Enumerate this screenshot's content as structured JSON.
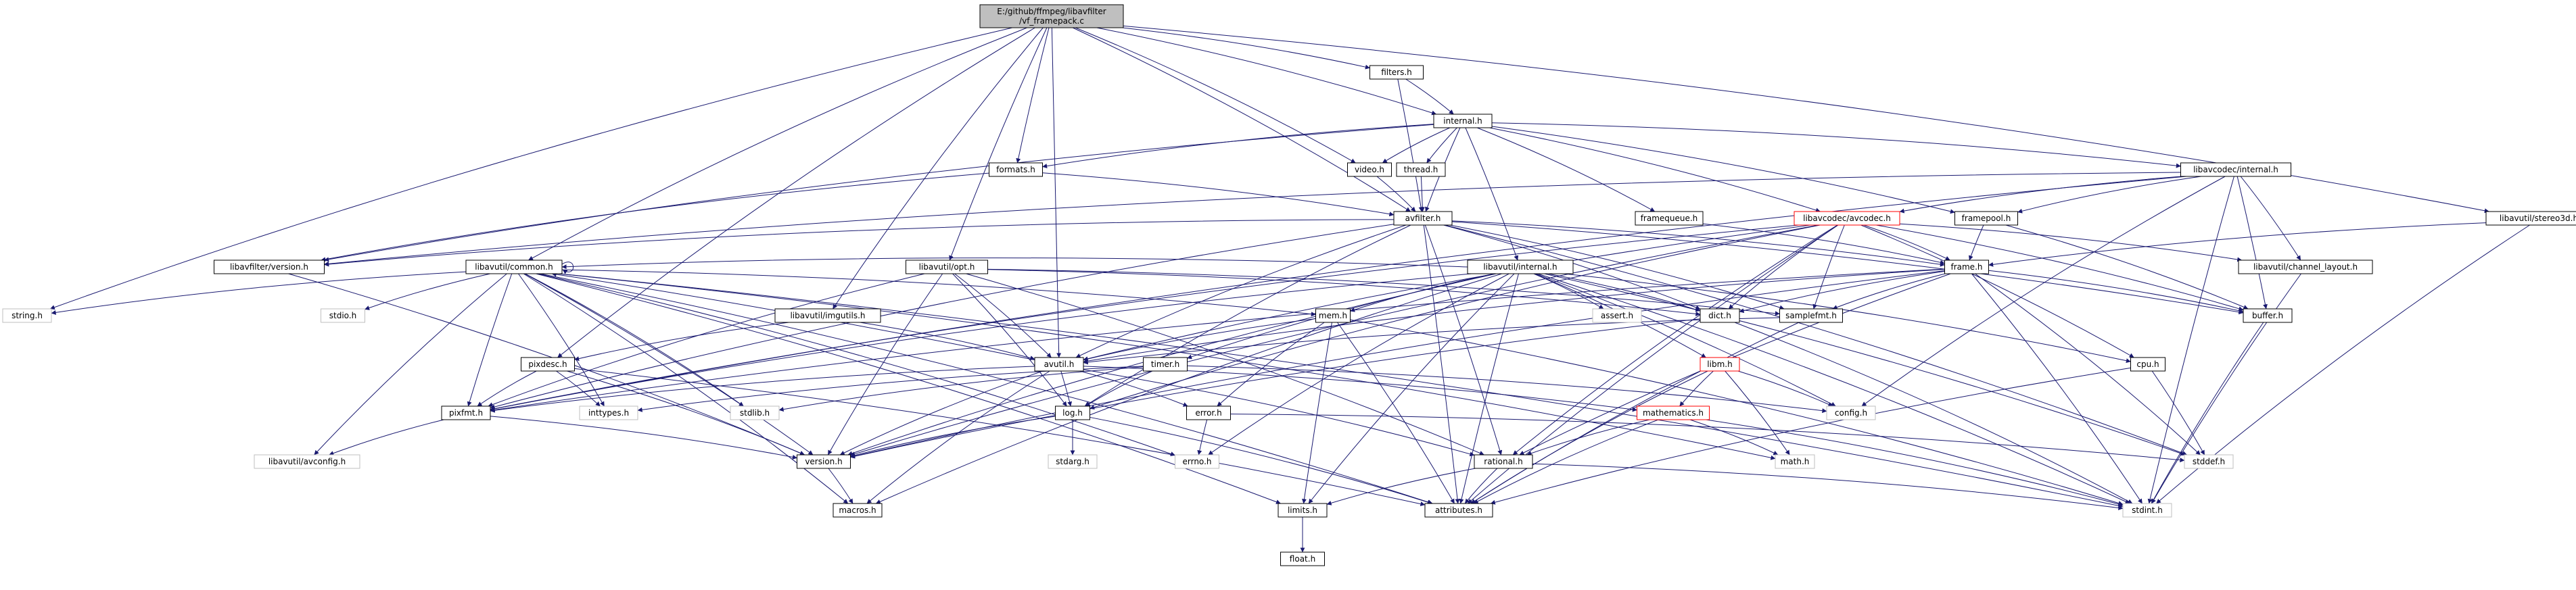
{
  "diagram": {
    "type": "include-dependency-graph",
    "colors": {
      "edge": "#191970",
      "node_border": "#000000",
      "root_fill": "#bfbfbf",
      "node_fill": "#ffffff",
      "missing_border": "#bfbfbf",
      "red_border": "#ff0000",
      "text": "#000000"
    },
    "nodes": [
      {
        "id": "root",
        "label": "E:/github/ffmpeg/libavfilter\n/vf_framepack.c",
        "kind": "root"
      },
      {
        "id": "filters_h",
        "label": "filters.h"
      },
      {
        "id": "internal_h",
        "label": "internal.h"
      },
      {
        "id": "formats_h",
        "label": "formats.h"
      },
      {
        "id": "video_h",
        "label": "video.h"
      },
      {
        "id": "thread_h",
        "label": "thread.h"
      },
      {
        "id": "avfilter_h",
        "label": "avfilter.h"
      },
      {
        "id": "lavc_internal_h",
        "label": "libavcodec/internal.h"
      },
      {
        "id": "framequeue_h",
        "label": "framequeue.h"
      },
      {
        "id": "lavc_avcodec_h",
        "label": "libavcodec/avcodec.h",
        "kind": "red"
      },
      {
        "id": "framepool_h",
        "label": "framepool.h"
      },
      {
        "id": "stereo3d_h",
        "label": "libavutil/stereo3d.h"
      },
      {
        "id": "lavf_version_h",
        "label": "libavfilter/version.h"
      },
      {
        "id": "common_h",
        "label": "libavutil/common.h"
      },
      {
        "id": "opt_h",
        "label": "libavutil/opt.h"
      },
      {
        "id": "lavu_internal_h",
        "label": "libavutil/internal.h"
      },
      {
        "id": "frame_h",
        "label": "frame.h"
      },
      {
        "id": "channel_layout_h",
        "label": "libavutil/channel_layout.h"
      },
      {
        "id": "string_h",
        "label": "string.h",
        "kind": "missing"
      },
      {
        "id": "stdio_h",
        "label": "stdio.h",
        "kind": "missing"
      },
      {
        "id": "imgutils_h",
        "label": "libavutil/imgutils.h"
      },
      {
        "id": "assert_h",
        "label": "assert.h",
        "kind": "missing"
      },
      {
        "id": "dict_h",
        "label": "dict.h"
      },
      {
        "id": "samplefmt_h",
        "label": "samplefmt.h"
      },
      {
        "id": "buffer_h",
        "label": "buffer.h"
      },
      {
        "id": "mem_h",
        "label": "mem.h"
      },
      {
        "id": "avutil_h",
        "label": "avutil.h"
      },
      {
        "id": "cpu_h",
        "label": "cpu.h"
      },
      {
        "id": "pixdesc_h",
        "label": "pixdesc.h"
      },
      {
        "id": "timer_h",
        "label": "timer.h"
      },
      {
        "id": "libm_h",
        "label": "libm.h",
        "kind": "red"
      },
      {
        "id": "pixfmt_h",
        "label": "pixfmt.h"
      },
      {
        "id": "inttypes_h",
        "label": "inttypes.h",
        "kind": "missing"
      },
      {
        "id": "stdlib_h",
        "label": "stdlib.h",
        "kind": "missing"
      },
      {
        "id": "log_h",
        "label": "log.h"
      },
      {
        "id": "error_h",
        "label": "error.h"
      },
      {
        "id": "mathematics_h",
        "label": "mathematics.h",
        "kind": "red"
      },
      {
        "id": "config_h",
        "label": "config.h",
        "kind": "missing"
      },
      {
        "id": "avconfig_h",
        "label": "libavutil/avconfig.h",
        "kind": "missing"
      },
      {
        "id": "version_h",
        "label": "version.h"
      },
      {
        "id": "stdarg_h",
        "label": "stdarg.h",
        "kind": "missing"
      },
      {
        "id": "errno_h",
        "label": "errno.h",
        "kind": "missing"
      },
      {
        "id": "rational_h",
        "label": "rational.h"
      },
      {
        "id": "math_h",
        "label": "math.h",
        "kind": "missing"
      },
      {
        "id": "stddef_h",
        "label": "stddef.h",
        "kind": "missing"
      },
      {
        "id": "macros_h",
        "label": "macros.h"
      },
      {
        "id": "limits_h",
        "label": "limits.h"
      },
      {
        "id": "attributes_h",
        "label": "attributes.h"
      },
      {
        "id": "stdint_h",
        "label": "stdint.h",
        "kind": "missing"
      },
      {
        "id": "float_h",
        "label": "float.h"
      }
    ],
    "edges": [
      [
        "root",
        "filters_h"
      ],
      [
        "root",
        "internal_h"
      ],
      [
        "root",
        "formats_h"
      ],
      [
        "root",
        "video_h"
      ],
      [
        "root",
        "avfilter_h"
      ],
      [
        "root",
        "stereo3d_h"
      ],
      [
        "root",
        "common_h"
      ],
      [
        "root",
        "opt_h"
      ],
      [
        "root",
        "imgutils_h"
      ],
      [
        "root",
        "string_h"
      ],
      [
        "root",
        "pixdesc_h"
      ],
      [
        "root",
        "avutil_h"
      ],
      [
        "filters_h",
        "internal_h"
      ],
      [
        "filters_h",
        "avfilter_h"
      ],
      [
        "internal_h",
        "formats_h"
      ],
      [
        "internal_h",
        "video_h"
      ],
      [
        "internal_h",
        "thread_h"
      ],
      [
        "internal_h",
        "avfilter_h"
      ],
      [
        "internal_h",
        "lavc_internal_h"
      ],
      [
        "internal_h",
        "framequeue_h"
      ],
      [
        "internal_h",
        "lavc_avcodec_h"
      ],
      [
        "internal_h",
        "framepool_h"
      ],
      [
        "internal_h",
        "lavu_internal_h"
      ],
      [
        "internal_h",
        "lavf_version_h"
      ],
      [
        "formats_h",
        "avfilter_h"
      ],
      [
        "formats_h",
        "lavf_version_h"
      ],
      [
        "video_h",
        "avfilter_h"
      ],
      [
        "thread_h",
        "avfilter_h"
      ],
      [
        "avfilter_h",
        "lavf_version_h"
      ],
      [
        "avfilter_h",
        "frame_h"
      ],
      [
        "avfilter_h",
        "dict_h"
      ],
      [
        "avfilter_h",
        "samplefmt_h"
      ],
      [
        "avfilter_h",
        "buffer_h"
      ],
      [
        "avfilter_h",
        "pixfmt_h"
      ],
      [
        "avfilter_h",
        "rational_h"
      ],
      [
        "avfilter_h",
        "log_h"
      ],
      [
        "avfilter_h",
        "attributes_h"
      ],
      [
        "avfilter_h",
        "avutil_h"
      ],
      [
        "avfilter_h",
        "stddef_h"
      ],
      [
        "lavc_internal_h",
        "lavc_avcodec_h"
      ],
      [
        "lavc_internal_h",
        "framepool_h"
      ],
      [
        "lavc_internal_h",
        "channel_layout_h"
      ],
      [
        "lavc_internal_h",
        "buffer_h"
      ],
      [
        "lavc_internal_h",
        "pixfmt_h"
      ],
      [
        "lavc_internal_h",
        "stdint_h"
      ],
      [
        "lavc_internal_h",
        "config_h"
      ],
      [
        "lavc_internal_h",
        "lavf_version_h"
      ],
      [
        "framequeue_h",
        "frame_h"
      ],
      [
        "lavc_avcodec_h",
        "frame_h"
      ],
      [
        "lavc_avcodec_h",
        "dict_h"
      ],
      [
        "lavc_avcodec_h",
        "samplefmt_h"
      ],
      [
        "lavc_avcodec_h",
        "buffer_h"
      ],
      [
        "lavc_avcodec_h",
        "cpu_h"
      ],
      [
        "lavc_avcodec_h",
        "channel_layout_h"
      ],
      [
        "lavc_avcodec_h",
        "log_h"
      ],
      [
        "lavc_avcodec_h",
        "pixfmt_h"
      ],
      [
        "lavc_avcodec_h",
        "rational_h"
      ],
      [
        "lavc_avcodec_h",
        "attributes_h"
      ],
      [
        "lavc_avcodec_h",
        "avutil_h"
      ],
      [
        "lavc_avcodec_h",
        "version_h"
      ],
      [
        "framepool_h",
        "buffer_h"
      ],
      [
        "framepool_h",
        "frame_h"
      ],
      [
        "stereo3d_h",
        "stdint_h"
      ],
      [
        "stereo3d_h",
        "frame_h"
      ],
      [
        "lavf_version_h",
        "version_h"
      ],
      [
        "common_h",
        "common_h"
      ],
      [
        "common_h",
        "string_h"
      ],
      [
        "common_h",
        "stdio_h"
      ],
      [
        "common_h",
        "inttypes_h"
      ],
      [
        "common_h",
        "stdlib_h"
      ],
      [
        "common_h",
        "attributes_h"
      ],
      [
        "common_h",
        "macros_h"
      ],
      [
        "common_h",
        "version_h"
      ],
      [
        "common_h",
        "avconfig_h"
      ],
      [
        "common_h",
        "mem_h"
      ],
      [
        "common_h",
        "errno_h"
      ],
      [
        "common_h",
        "limits_h"
      ],
      [
        "common_h",
        "math_h"
      ],
      [
        "common_h",
        "stdint_h"
      ],
      [
        "common_h",
        "pixfmt_h"
      ],
      [
        "opt_h",
        "rational_h"
      ],
      [
        "opt_h",
        "avutil_h"
      ],
      [
        "opt_h",
        "dict_h"
      ],
      [
        "opt_h",
        "log_h"
      ],
      [
        "opt_h",
        "pixfmt_h"
      ],
      [
        "opt_h",
        "samplefmt_h"
      ],
      [
        "opt_h",
        "version_h"
      ],
      [
        "lavu_internal_h",
        "assert_h"
      ],
      [
        "lavu_internal_h",
        "timer_h"
      ],
      [
        "lavu_internal_h",
        "cpu_h"
      ],
      [
        "lavu_internal_h",
        "dict_h"
      ],
      [
        "lavu_internal_h",
        "pixfmt_h"
      ],
      [
        "lavu_internal_h",
        "version_h"
      ],
      [
        "lavu_internal_h",
        "config_h"
      ],
      [
        "lavu_internal_h",
        "attributes_h"
      ],
      [
        "lavu_internal_h",
        "libm_h"
      ],
      [
        "lavu_internal_h",
        "macros_h"
      ],
      [
        "lavu_internal_h",
        "limits_h"
      ],
      [
        "lavu_internal_h",
        "stddef_h"
      ],
      [
        "lavu_internal_h",
        "stdint_h"
      ],
      [
        "lavu_internal_h",
        "mem_h"
      ],
      [
        "lavu_internal_h",
        "errno_h"
      ],
      [
        "lavu_internal_h",
        "common_h"
      ],
      [
        "frame_h",
        "avutil_h"
      ],
      [
        "frame_h",
        "buffer_h"
      ],
      [
        "frame_h",
        "dict_h"
      ],
      [
        "frame_h",
        "rational_h"
      ],
      [
        "frame_h",
        "samplefmt_h"
      ],
      [
        "frame_h",
        "pixfmt_h"
      ],
      [
        "frame_h",
        "version_h"
      ],
      [
        "frame_h",
        "stdint_h"
      ],
      [
        "frame_h",
        "stddef_h"
      ],
      [
        "channel_layout_h",
        "stdint_h"
      ],
      [
        "imgutils_h",
        "avutil_h"
      ],
      [
        "imgutils_h",
        "pixdesc_h"
      ],
      [
        "dict_h",
        "stdint_h"
      ],
      [
        "dict_h",
        "version_h"
      ],
      [
        "samplefmt_h",
        "avutil_h"
      ],
      [
        "samplefmt_h",
        "attributes_h"
      ],
      [
        "buffer_h",
        "stdint_h"
      ],
      [
        "mem_h",
        "error_h"
      ],
      [
        "mem_h",
        "attributes_h"
      ],
      [
        "mem_h",
        "limits_h"
      ],
      [
        "mem_h",
        "stdint_h"
      ],
      [
        "mem_h",
        "avutil_h"
      ],
      [
        "avutil_h",
        "common_h"
      ],
      [
        "avutil_h",
        "error_h"
      ],
      [
        "avutil_h",
        "version_h"
      ],
      [
        "avutil_h",
        "macros_h"
      ],
      [
        "avutil_h",
        "mathematics_h"
      ],
      [
        "avutil_h",
        "rational_h"
      ],
      [
        "avutil_h",
        "log_h"
      ],
      [
        "avutil_h",
        "pixfmt_h"
      ],
      [
        "cpu_h",
        "attributes_h"
      ],
      [
        "cpu_h",
        "stddef_h"
      ],
      [
        "pixdesc_h",
        "inttypes_h"
      ],
      [
        "pixdesc_h",
        "attributes_h"
      ],
      [
        "pixdesc_h",
        "pixfmt_h"
      ],
      [
        "pixdesc_h",
        "version_h"
      ],
      [
        "timer_h",
        "config_h"
      ],
      [
        "timer_h",
        "log_h"
      ],
      [
        "timer_h",
        "inttypes_h"
      ],
      [
        "timer_h",
        "stdlib_h"
      ],
      [
        "libm_h",
        "config_h"
      ],
      [
        "libm_h",
        "attributes_h"
      ],
      [
        "libm_h",
        "math_h"
      ],
      [
        "libm_h",
        "mathematics_h"
      ],
      [
        "libm_h",
        "intfloat_h_skip"
      ],
      [
        "pixfmt_h",
        "avconfig_h"
      ],
      [
        "pixfmt_h",
        "version_h"
      ],
      [
        "log_h",
        "stdarg_h"
      ],
      [
        "log_h",
        "attributes_h"
      ],
      [
        "log_h",
        "version_h"
      ],
      [
        "error_h",
        "errno_h"
      ],
      [
        "error_h",
        "stddef_h"
      ],
      [
        "mathematics_h",
        "stdint_h"
      ],
      [
        "mathematics_h",
        "math_h"
      ],
      [
        "mathematics_h",
        "attributes_h"
      ],
      [
        "mathematics_h",
        "rational_h"
      ],
      [
        "version_h",
        "macros_h"
      ],
      [
        "rational_h",
        "stdint_h"
      ],
      [
        "rational_h",
        "limits_h"
      ],
      [
        "rational_h",
        "attributes_h"
      ],
      [
        "limits_h",
        "float_h"
      ]
    ]
  }
}
